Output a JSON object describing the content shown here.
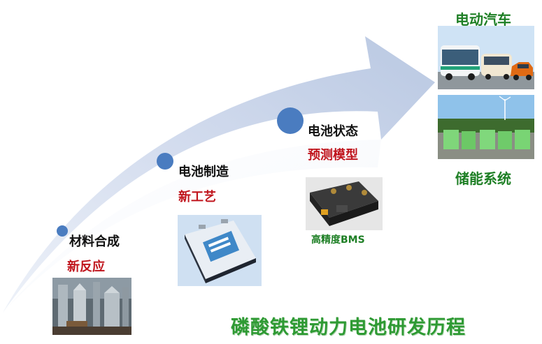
{
  "stages": [
    {
      "title": "材料合成",
      "subtitle": "新反应"
    },
    {
      "title": "电池制造",
      "subtitle": "新工艺"
    },
    {
      "title": "电池状态",
      "subtitle": "预测模型"
    }
  ],
  "bms_caption": "高精度BMS",
  "applications": [
    {
      "label": "电动汽车"
    },
    {
      "label": "储能系统"
    }
  ],
  "main_title": "磷酸铁锂动力电池研发历程",
  "colors": {
    "arrow": "#c5d2e6",
    "node": "#4a7cc0",
    "stage_title": "#111111",
    "stage_subtitle": "#c0141c",
    "app_label": "#1e7f25",
    "main_title": "#2e9a33"
  }
}
